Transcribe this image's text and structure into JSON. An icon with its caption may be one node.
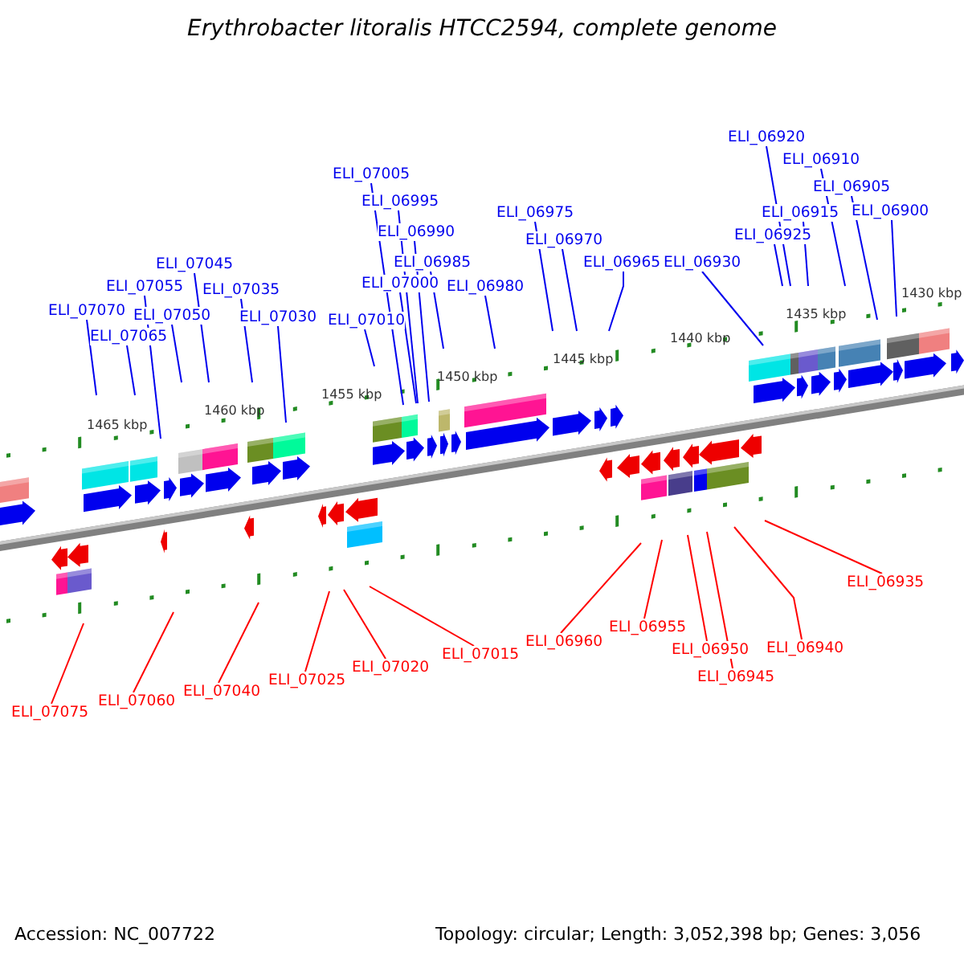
{
  "diagram": {
    "title": "Erythrobacter litoralis HTCC2594, complete genome",
    "nodes": [
      {
        "text": [
          "ELI_07070"
        ]
      },
      {
        "text": [
          "ELI_07065"
        ]
      },
      {
        "text": [
          "ELI_07055"
        ]
      },
      {
        "text": [
          "ELI_07050"
        ]
      },
      {
        "text": [
          "ELI_07045"
        ]
      },
      {
        "text": [
          "ELI_07035"
        ]
      },
      {
        "text": [
          "ELI_07030"
        ]
      },
      {
        "text": [
          "ELI_07010"
        ]
      },
      {
        "text": [
          "ELI_07005"
        ]
      },
      {
        "text": [
          "ELI_06995"
        ]
      },
      {
        "text": [
          "ELI_06990"
        ]
      },
      {
        "text": [
          "ELI_06985"
        ]
      },
      {
        "text": [
          "ELI_07000"
        ]
      },
      {
        "text": [
          "ELI_06980"
        ]
      },
      {
        "text": [
          "ELI_06975"
        ]
      },
      {
        "text": [
          "ELI_06970"
        ]
      },
      {
        "text": [
          "ELI_06965"
        ]
      },
      {
        "text": [
          "ELI_06930"
        ]
      },
      {
        "text": [
          "ELI_06925"
        ]
      },
      {
        "text": [
          "ELI_06920"
        ]
      },
      {
        "text": [
          "ELI_06915"
        ]
      },
      {
        "text": [
          "ELI_06910"
        ]
      },
      {
        "text": [
          "ELI_06905"
        ]
      },
      {
        "text": [
          "ELI_06900"
        ]
      },
      {
        "text": [
          "ELI_07075"
        ]
      },
      {
        "text": [
          "ELI_07060"
        ]
      },
      {
        "text": [
          "ELI_07040"
        ]
      },
      {
        "text": [
          "ELI_07025"
        ]
      },
      {
        "text": [
          "ELI_07020"
        ]
      },
      {
        "text": [
          "ELI_07015"
        ]
      },
      {
        "text": [
          "ELI_06960"
        ]
      },
      {
        "text": [
          "ELI_06955"
        ]
      },
      {
        "text": [
          "ELI_06950"
        ]
      },
      {
        "text": [
          "ELI_06945"
        ]
      },
      {
        "text": [
          "ELI_06940"
        ]
      },
      {
        "text": [
          "ELI_06935"
        ]
      }
    ],
    "edges": [
      {
        "from": 0,
        "to": null,
        "arrow": "none"
      },
      {
        "from": 1,
        "to": null,
        "arrow": "none"
      },
      {
        "from": 2,
        "to": null,
        "arrow": "none"
      },
      {
        "from": 3,
        "to": null,
        "arrow": "none"
      },
      {
        "from": 4,
        "to": null,
        "arrow": "none"
      },
      {
        "from": 5,
        "to": null,
        "arrow": "none"
      },
      {
        "from": 6,
        "to": null,
        "arrow": "none"
      },
      {
        "from": 7,
        "to": null,
        "arrow": "none"
      },
      {
        "from": 8,
        "to": null,
        "arrow": "none"
      },
      {
        "from": 9,
        "to": null,
        "arrow": "none"
      },
      {
        "from": 10,
        "to": null,
        "arrow": "none"
      },
      {
        "from": 11,
        "to": null,
        "arrow": "none"
      },
      {
        "from": 12,
        "to": null,
        "arrow": "none"
      },
      {
        "from": 13,
        "to": null,
        "arrow": "none"
      },
      {
        "from": 14,
        "to": null,
        "arrow": "none"
      },
      {
        "from": 15,
        "to": null,
        "arrow": "none"
      },
      {
        "from": 16,
        "to": null,
        "arrow": "none"
      },
      {
        "from": 17,
        "to": null,
        "arrow": "none"
      },
      {
        "from": 18,
        "to": null,
        "arrow": "none"
      },
      {
        "from": 19,
        "to": null,
        "arrow": "none"
      },
      {
        "from": 20,
        "to": null,
        "arrow": "none"
      },
      {
        "from": 21,
        "to": null,
        "arrow": "none"
      },
      {
        "from": 22,
        "to": null,
        "arrow": "none"
      },
      {
        "from": 23,
        "to": null,
        "arrow": "none"
      },
      {
        "from": 24,
        "to": null,
        "arrow": "none",
        "color": "#ff0000"
      },
      {
        "from": 25,
        "to": null,
        "arrow": "none",
        "color": "#ff0000"
      },
      {
        "from": 26,
        "to": null,
        "arrow": "none",
        "color": "#ff0000"
      },
      {
        "from": 27,
        "to": null,
        "arrow": "none",
        "color": "#ff0000"
      },
      {
        "from": 28,
        "to": null,
        "arrow": "none",
        "color": "#ff0000"
      },
      {
        "from": 29,
        "to": null,
        "arrow": "none",
        "color": "#ff0000"
      },
      {
        "from": 30,
        "to": null,
        "arrow": "none",
        "color": "#ff0000"
      },
      {
        "from": 31,
        "to": null,
        "arrow": "none",
        "color": "#ff0000"
      },
      {
        "from": 32,
        "to": null,
        "arrow": "none",
        "color": "#ff0000"
      },
      {
        "from": 33,
        "to": null,
        "arrow": "none",
        "color": "#ff0000"
      },
      {
        "from": 34,
        "to": null,
        "arrow": "none",
        "color": "#ff0000"
      },
      {
        "from": 35,
        "to": null,
        "arrow": "none",
        "color": "#ff0000"
      }
    ],
    "labels": [
      "1465 kbp",
      "1460 kbp",
      "1455 kbp",
      "1450 kbp",
      "1445 kbp",
      "1440 kbp",
      "1435 kbp",
      "1430 kbp",
      "Accession: NC_007722",
      "Topology: circular; Length: 3,052,398 bp; Genes: 3,056"
    ]
  }
}
